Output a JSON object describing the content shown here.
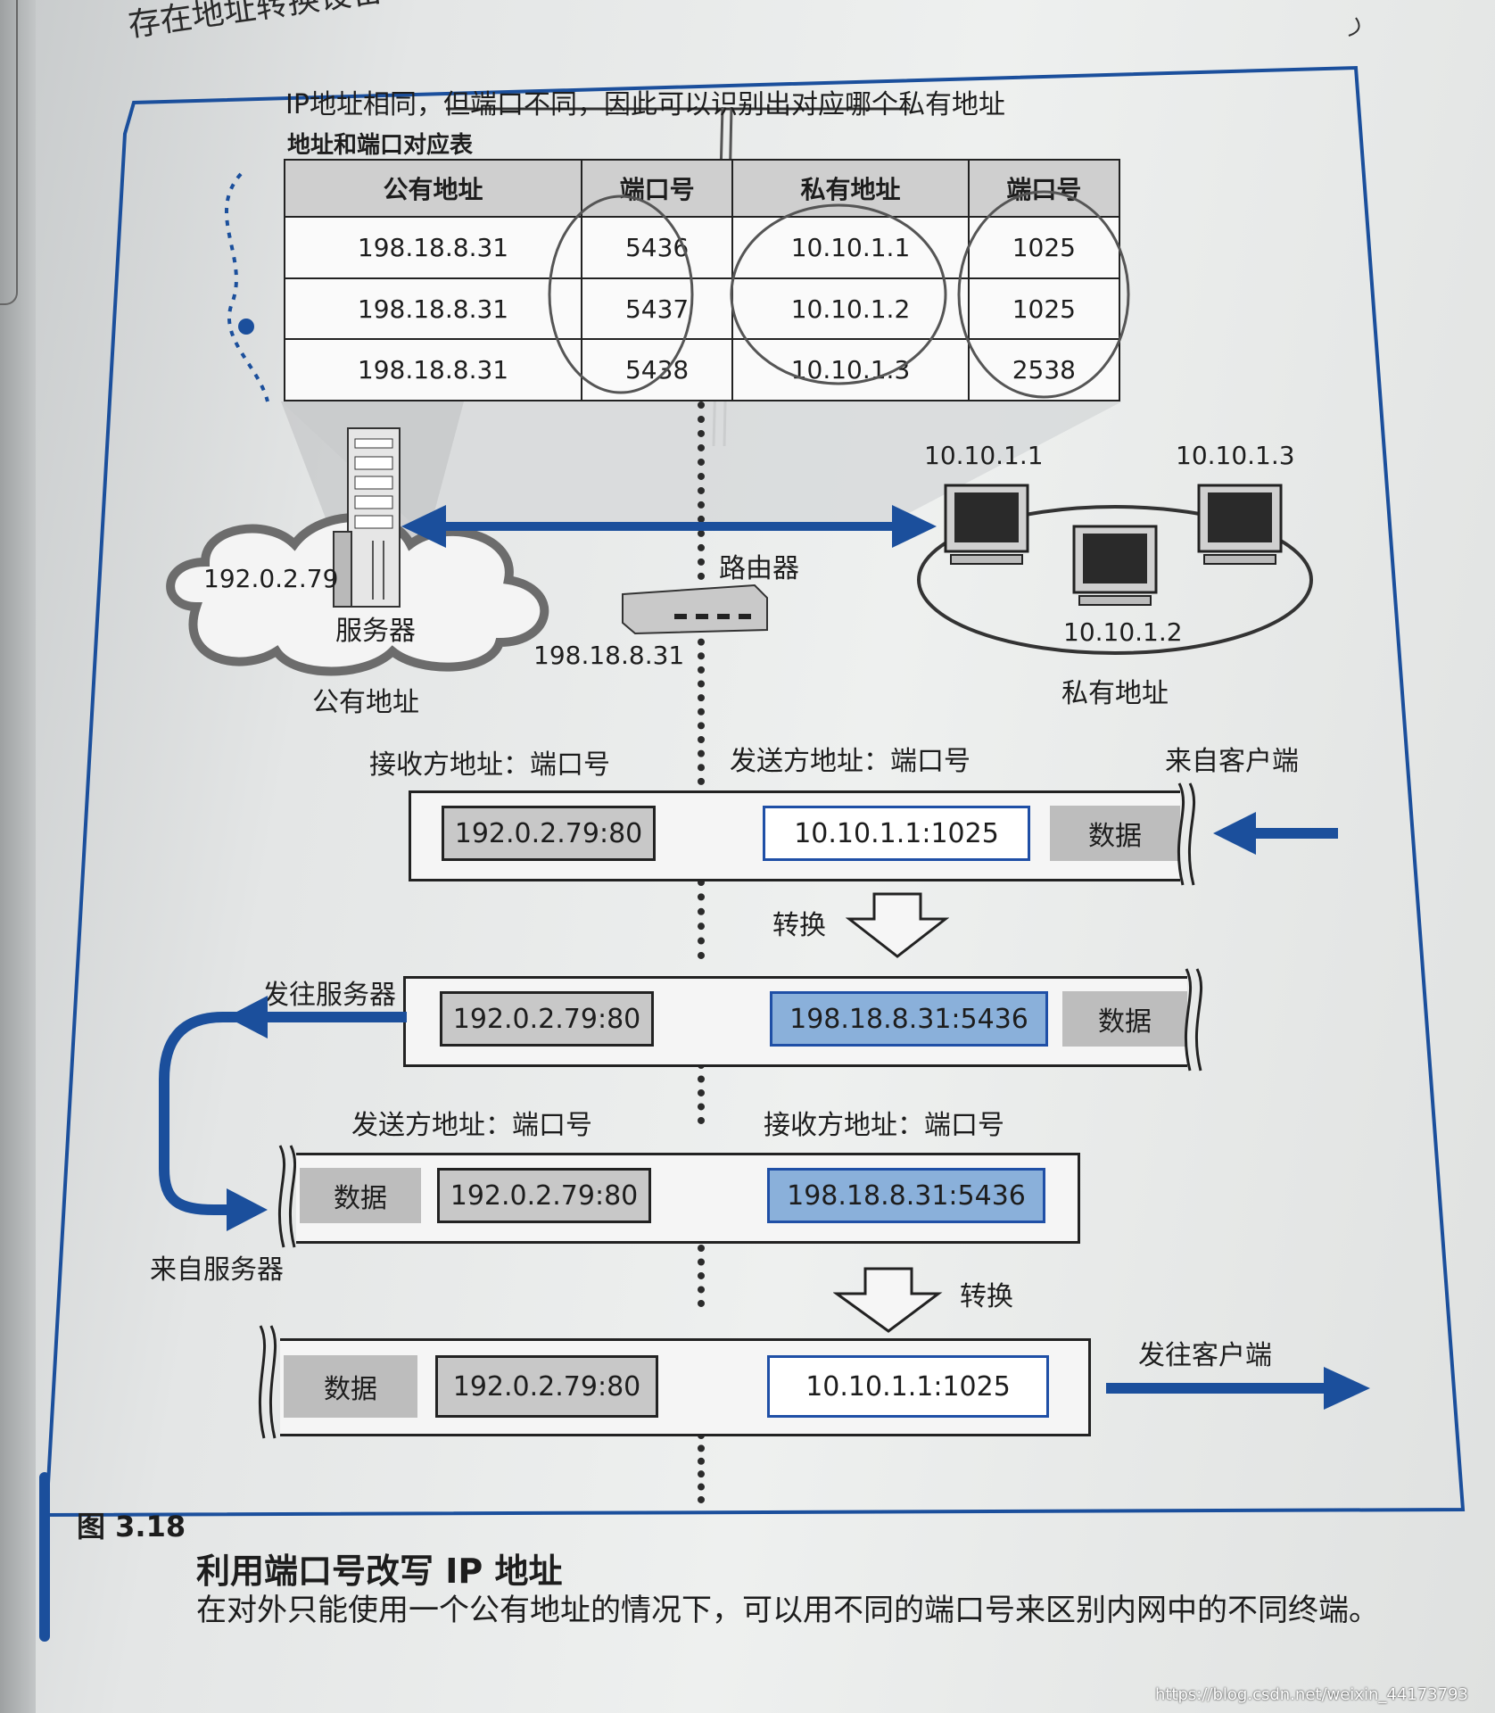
{
  "section_heading": "存在地址转换设备",
  "notes": {
    "top_note": "IP地址相同，但端口不同，因此可以识别出对应哪个私有地址",
    "side_note": "IP地址相同，"
  },
  "mapping_table": {
    "title": "地址和端口对应表",
    "headers": [
      "公有地址",
      "端口号",
      "私有地址",
      "端口号"
    ],
    "rows": [
      [
        "198.18.8.31",
        "5436",
        "10.10.1.1",
        "1025"
      ],
      [
        "198.18.8.31",
        "5437",
        "10.10.1.2",
        "1025"
      ],
      [
        "198.18.8.31",
        "5438",
        "10.10.1.3",
        "2538"
      ]
    ]
  },
  "network": {
    "server_ip": "192.0.2.79",
    "server_label": "服务器",
    "public_label": "公有地址",
    "router_label": "路由器",
    "router_ip": "198.18.8.31",
    "private_label": "私有地址",
    "pc1_ip": "10.10.1.1",
    "pc2_ip": "10.10.1.2",
    "pc3_ip": "10.10.1.3"
  },
  "flow": {
    "hdr1_left": "接收方地址：端口号",
    "hdr1_right": "发送方地址：端口号",
    "from_client": "来自客户端",
    "p1_dst": "192.0.2.79:80",
    "p1_src": "10.10.1.1:1025",
    "data": "数据",
    "convert": "转换",
    "to_server": "发往服务器",
    "p2_dst": "192.0.2.79:80",
    "p2_src": "198.18.8.31:5436",
    "hdr2_left": "发送方地址：端口号",
    "hdr2_right": "接收方地址：端口号",
    "from_server": "来自服务器",
    "p3_src": "192.0.2.79:80",
    "p3_dst": "198.18.8.31:5436",
    "p4_src": "192.0.2.79:80",
    "p4_dst": "10.10.1.1:1025",
    "to_client": "发往客户端"
  },
  "caption": {
    "number": "图 3.18",
    "title": "利用端口号改写 IP 地址",
    "description": "在对外只能使用一个公有地址的情况下，可以用不同的端口号来区别内网中的不同终端。"
  },
  "watermark": "https://blog.csdn.net/weixin_44173793",
  "colors": {
    "accent_blue": "#1b4f9c",
    "box_blue": "#8ab0da",
    "gray": "#c8c8c8"
  }
}
